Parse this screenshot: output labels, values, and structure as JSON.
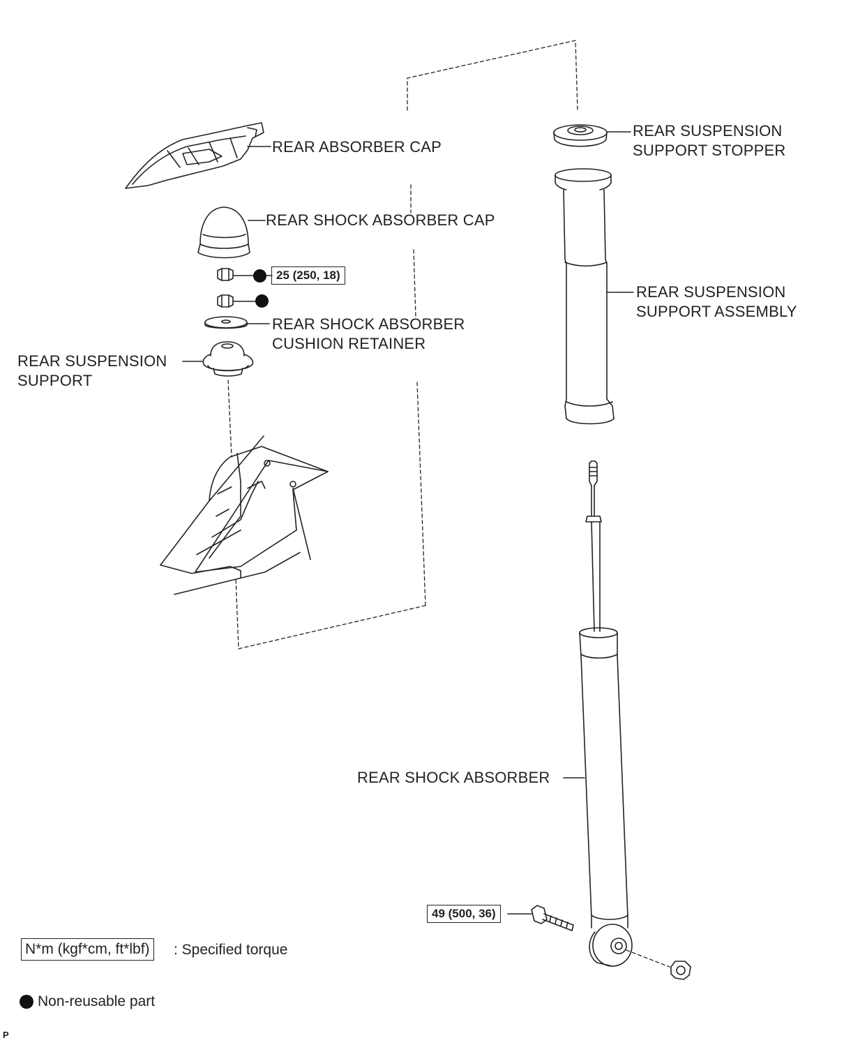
{
  "labels": {
    "rear_absorber_cap": "REAR ABSORBER CAP",
    "rear_shock_absorber_cap": "REAR SHOCK ABSORBER CAP",
    "cushion_retainer_line1": "REAR SHOCK ABSORBER",
    "cushion_retainer_line2": "CUSHION RETAINER",
    "suspension_support_line1": "REAR SUSPENSION",
    "suspension_support_line2": "SUPPORT",
    "support_stopper_line1": "REAR SUSPENSION",
    "support_stopper_line2": "SUPPORT STOPPER",
    "support_assembly_line1": "REAR SUSPENSION",
    "support_assembly_line2": "SUPPORT ASSEMBLY",
    "rear_shock_absorber": "REAR SHOCK ABSORBER"
  },
  "torques": {
    "upper_nut": "25 (250, 18)",
    "lower_bolt": "49 (500, 36)"
  },
  "legend": {
    "torque_box": "N*m (kgf*cm, ft*lbf)",
    "torque_text": ": Specified torque",
    "nonreusable_text": "Non-reusable part"
  },
  "corner_code": "P"
}
